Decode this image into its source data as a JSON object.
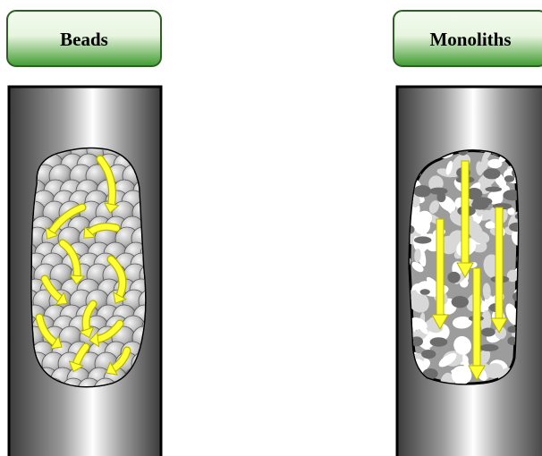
{
  "panels": [
    {
      "id": "beads",
      "label": "Beads",
      "medium": "packed-spherical-particles",
      "flow": "tortuous-around-particles"
    },
    {
      "id": "monoliths",
      "label": "Monoliths",
      "medium": "continuous-porous-skeleton",
      "flow": "straight-through-channels"
    }
  ],
  "colors": {
    "label_gradient_top": "#f4fbf0",
    "label_gradient_bottom": "#3f9b2f",
    "label_border": "#2e5e25",
    "column_dark": "#3a3a3a",
    "column_light": "#ffffff",
    "bead_light": "#eeeeee",
    "bead_dark": "#6e6e6e",
    "monolith_skeleton": "#9c9c9c",
    "arrow_fill": "#ffff33",
    "arrow_stroke": "#b5b500",
    "outline": "#000000"
  },
  "icons": {
    "flow_arrow": "yellow-arrow-icon"
  }
}
